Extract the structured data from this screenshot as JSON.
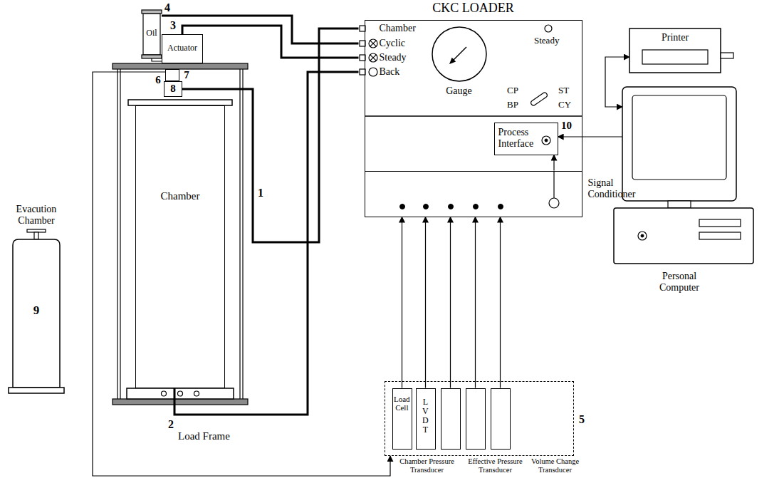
{
  "diagram": {
    "nodes": [
      {
        "text": [
          "Evacution Chamber",
          "9"
        ]
      },
      {
        "text": [
          "Oil"
        ]
      },
      {
        "text": [
          "Actuator"
        ]
      },
      {
        "text": [
          "6",
          "7"
        ]
      },
      {
        "text": [
          "8"
        ]
      },
      {
        "text": [
          "Chamber"
        ]
      },
      {
        "text": [
          "CKC LOADER"
        ]
      },
      {
        "text": [
          "Chamber"
        ],
        "in": 6
      },
      {
        "text": [
          "Cyclic"
        ],
        "in": 6
      },
      {
        "text": [
          "Steady"
        ],
        "in": 6
      },
      {
        "text": [
          "Back"
        ],
        "in": 6
      },
      {
        "text": [
          "Gauge"
        ],
        "in": 6
      },
      {
        "text": [
          "Process Interface"
        ],
        "in": 6
      },
      {
        "text": [
          "Signal Conditioner"
        ],
        "in": 6
      },
      {
        "text": [
          "5"
        ]
      },
      {
        "text": [
          "Load Cell"
        ],
        "in": 14
      },
      {
        "text": [
          "LVDT"
        ],
        "in": 14
      },
      {
        "text": [
          "Chamber Pressure Transducer"
        ],
        "in": 14
      },
      {
        "text": [
          "Effective Pressure Transducer"
        ],
        "in": 14
      },
      {
        "text": [
          "Volume Change Transducer"
        ],
        "in": 14
      },
      {
        "text": [
          "Printer"
        ]
      },
      {
        "text": [
          "Personal Computer"
        ]
      }
    ],
    "edges": [
      {
        "from": 1,
        "to": 2,
        "arrow": "none"
      },
      {
        "from": 1,
        "to": 8,
        "label": "4",
        "arrow": "none"
      },
      {
        "from": 2,
        "to": 9,
        "label": "3",
        "arrow": "none"
      },
      {
        "from": 4,
        "to": 7,
        "label": "1",
        "arrow": "none"
      },
      {
        "from": 5,
        "to": 10,
        "label": "2",
        "arrow": "none"
      },
      {
        "from": 3,
        "to": 14,
        "arrow": "to"
      },
      {
        "from": 15,
        "to": 13,
        "arrow": "to"
      },
      {
        "from": 16,
        "to": 13,
        "arrow": "to"
      },
      {
        "from": 17,
        "to": 13,
        "arrow": "to"
      },
      {
        "from": 18,
        "to": 13,
        "arrow": "to"
      },
      {
        "from": 19,
        "to": 13,
        "arrow": "to"
      },
      {
        "from": 13,
        "to": 12,
        "arrow": "to"
      },
      {
        "from": 21,
        "to": 12,
        "arrow": "to"
      },
      {
        "from": 20,
        "to": 21,
        "arrow": "both"
      }
    ],
    "labels": [
      "Load Frame",
      "Steady",
      "CP",
      "ST",
      "BP",
      "CY",
      "10"
    ]
  }
}
